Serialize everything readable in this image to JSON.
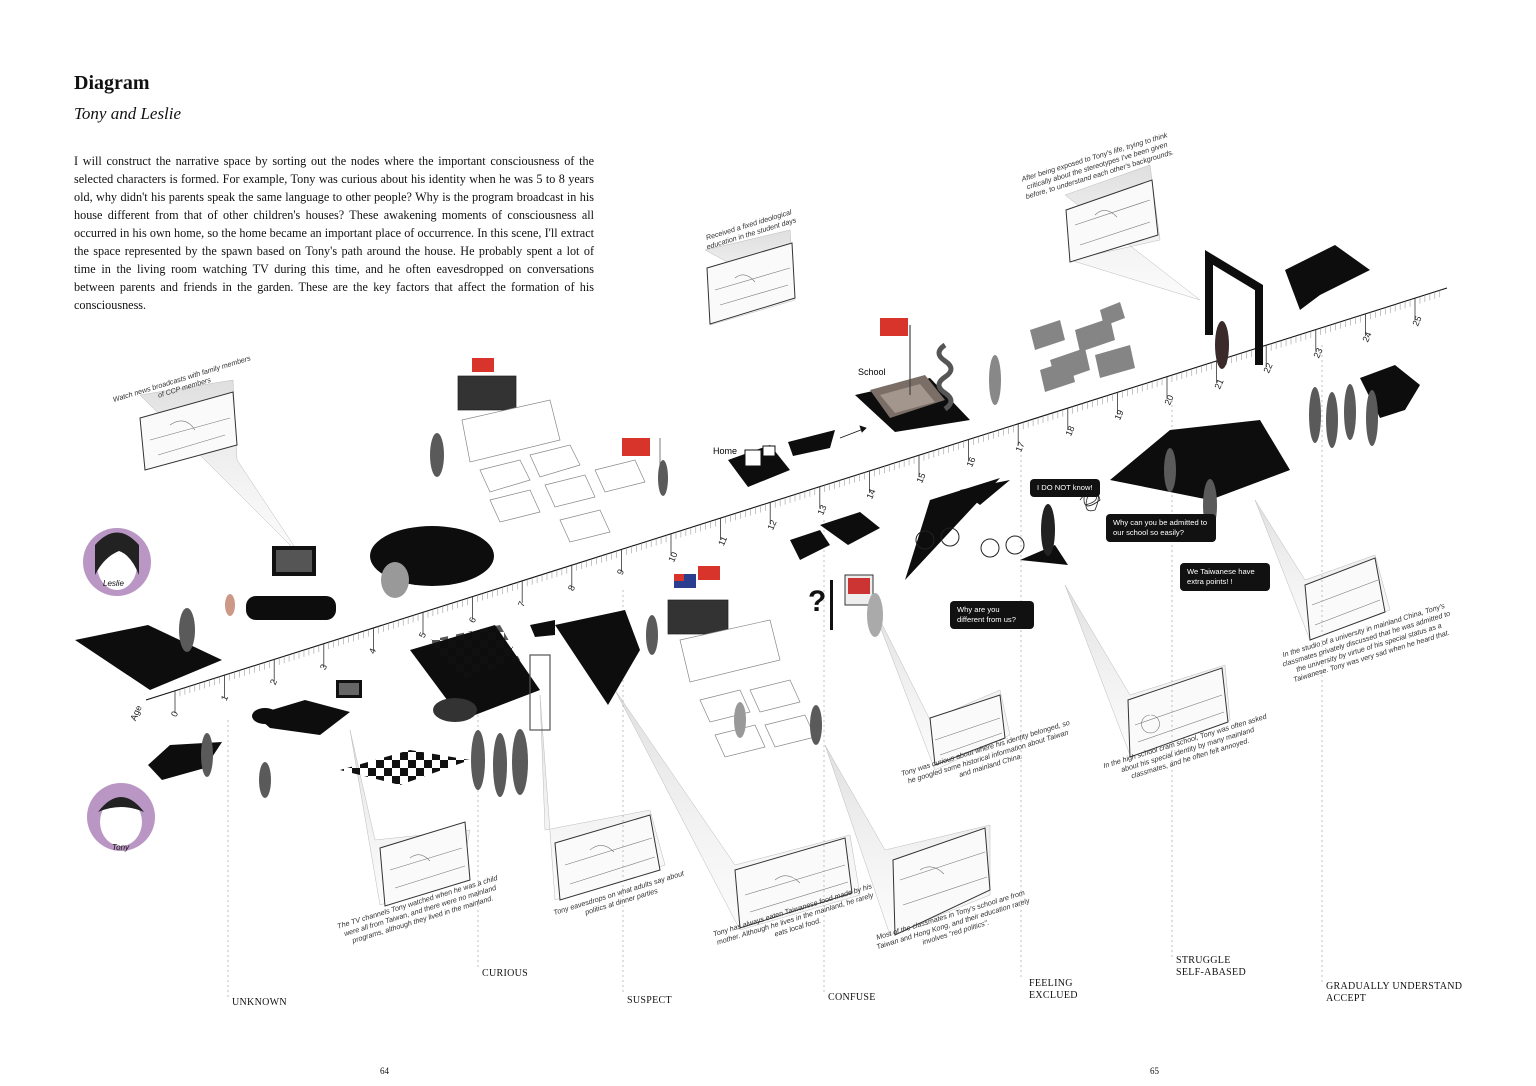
{
  "header": {
    "title": "Diagram",
    "subtitle": "Tony and Leslie",
    "intro": "I will construct the narrative space by sorting out the nodes where the important consciousness of the selected characters is formed. For example, Tony was curious about his identity when he was 5 to 8 years old, why didn't his parents speak the same language to other people? Why is the program broadcast in his house different from that of other children's houses? These awakening moments of consciousness all occurred in his own home, so the home became an important place of occurrence. In this scene, I'll extract the space represented by the spawn based on Tony's path around the house. He probably spent a lot of time in the living room watching TV during this time, and he often eavesdropped on conversations between parents and friends in the garden. These are the key factors that affect the formation of his consciousness."
  },
  "timeline": {
    "axis_label": "Age",
    "ticks": [
      "0",
      "1",
      "2",
      "3",
      "4",
      "5",
      "6",
      "7",
      "8",
      "9",
      "10",
      "11",
      "12",
      "13",
      "14",
      "15",
      "16",
      "17",
      "18",
      "19",
      "20",
      "21",
      "22",
      "23",
      "24",
      "25"
    ]
  },
  "stages": [
    "UNKNOWN",
    "CURIOUS",
    "SUSPECT",
    "CONFUSE",
    "FEELING",
    "EXCLUED",
    "STRUGGLE",
    "SELF-ABASED",
    "GRADUALLY UNDERSTAND",
    "ACCEPT"
  ],
  "characters": {
    "leslie": "Leslie",
    "tony": "Tony"
  },
  "places": {
    "home": "Home",
    "school": "School"
  },
  "captions": {
    "leslie_tv": "Watch news broadcasts with family members of CCP members",
    "leslie_school": "Received a fixed ideological education in the student days",
    "leslie_later": "After being exposed to Tony's life, trying to think critically about the stereotypes I've been given before, to understand each other's backgrounds.",
    "tony_tv": "The TV channels Tony watched when he was a child were all from Taiwan, and there were no mainland programs, although they lived in the mainland.",
    "tony_eavesdrop": "Tony eavesdrops on what adults say about politics at dinner parties",
    "tony_food": "Tony has always eaten Taiwanese food made by his mother. Although he lives in the mainland, he rarely eats local food.",
    "tony_classmates": "Most of the classmates in Tony's school are from Taiwan and Hong Kong, and their education rarely involves \"red politics\".",
    "tony_google": "Tony was curious about where his identity belonged, so he googled some historical information about Taiwan and mainland China.",
    "tony_cram": "In the high school cram school, Tony was often asked about his special identity by many mainland classmates, and he often felt annoyed.",
    "tony_university": "In the studio of a university in mainland China, Tony's classmates privately discussed that he was admitted to the university by virtue of his special status as a Taiwanese. Tony was very sad when he heard that."
  },
  "bubbles": {
    "dont_know": "I DO NOT know!",
    "different": "Why are you different from us?",
    "admitted": "Why can you be admitted to our school so easily?",
    "extra": "We Taiwanese have extra points! !"
  },
  "symbols": {
    "question": "?"
  },
  "pages": {
    "left": "64",
    "right": "65"
  }
}
